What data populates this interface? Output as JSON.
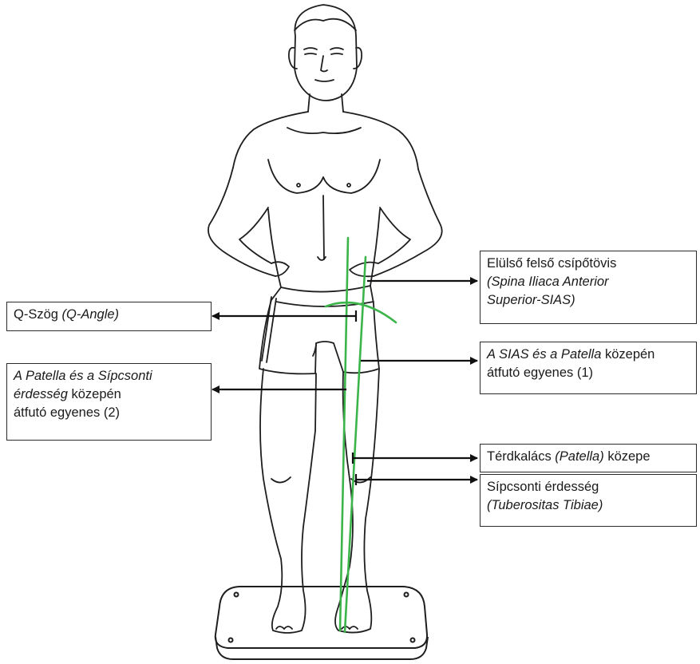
{
  "colors": {
    "guide_line": "#3bb54a",
    "outline": "#1e1e1e",
    "arrow": "#111111",
    "box_border": "#2b2b2b",
    "background": "#ffffff"
  },
  "labels": {
    "sias": {
      "line1": "Elülső felső csípőtövis",
      "line2_italic": "(Spina Iliaca Anterior",
      "line3_italic": "Superior-SIAS)"
    },
    "q_angle": {
      "text": "Q-Szög ",
      "italic": "(Q-Angle)"
    },
    "line2": {
      "line1_italic": "A Patella és a Sípcsonti",
      "line2_italic": "érdesség",
      "line2_rest": " közepén",
      "line3": "átfutó egyenes (2)"
    },
    "line1": {
      "line1_italic": "A SIAS és a Patella",
      "line1_rest": " közepén",
      "line2": "átfutó egyenes (1)"
    },
    "patella": {
      "text": "Térdkalács ",
      "italic": "(Patella)",
      "rest": " közepe"
    },
    "tibia": {
      "line1": "Sípcsonti érdesség",
      "line2_italic": "(Tuberositas Tibiae)"
    }
  }
}
